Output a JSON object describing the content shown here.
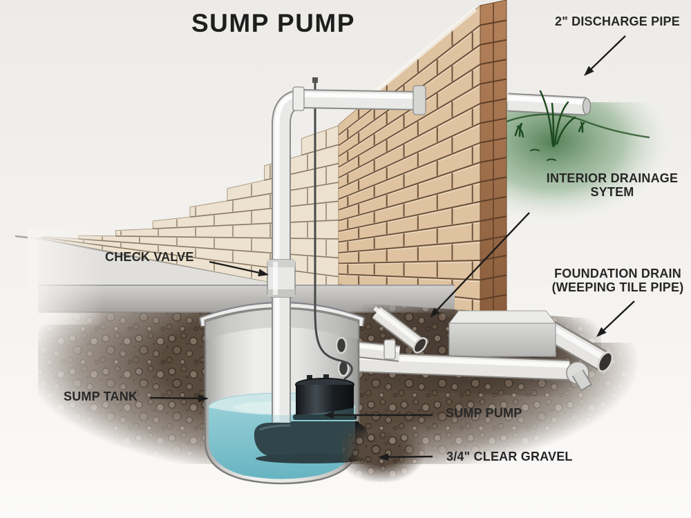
{
  "title": "SUMP PUMP",
  "labels": {
    "discharge_pipe": "2\" DISCHARGE PIPE",
    "interior_drainage_line1": "INTERIOR DRAINAGE",
    "interior_drainage_line2": "SYTEM",
    "foundation_drain_line1": "FOUNDATION DRAIN",
    "foundation_drain_line2": "(WEEPING TILE PIPE)",
    "check_valve": "CHECK VALVE",
    "sump_tank": "SUMP TANK",
    "sump_pump": "SUMP PUMP",
    "clear_gravel": "3/4\" CLEAR GRAVEL"
  },
  "colors": {
    "background": "#f1efec",
    "label_text": "#272727",
    "brick_face": "#d8b390",
    "brick_mortar": "#6e523c",
    "brick_left_face": "#ece2cf",
    "brick_left_mortar": "#8a7862",
    "brick_corner": "#a06f48",
    "brick_corner_mortar": "#5f3f28",
    "grass": "#4c7b4f",
    "grass_line": "#2a572c",
    "soil": "#594a3d",
    "slab": "#c6c5c2",
    "pipe": "#e9e9e7",
    "pipe_outline": "#8a8a88",
    "tank": "#e3e3e1",
    "water": "#6fb6c4",
    "water_surface": "#cde7e8",
    "pump": "#1a1e22",
    "arrow": "#1c1c1c"
  }
}
